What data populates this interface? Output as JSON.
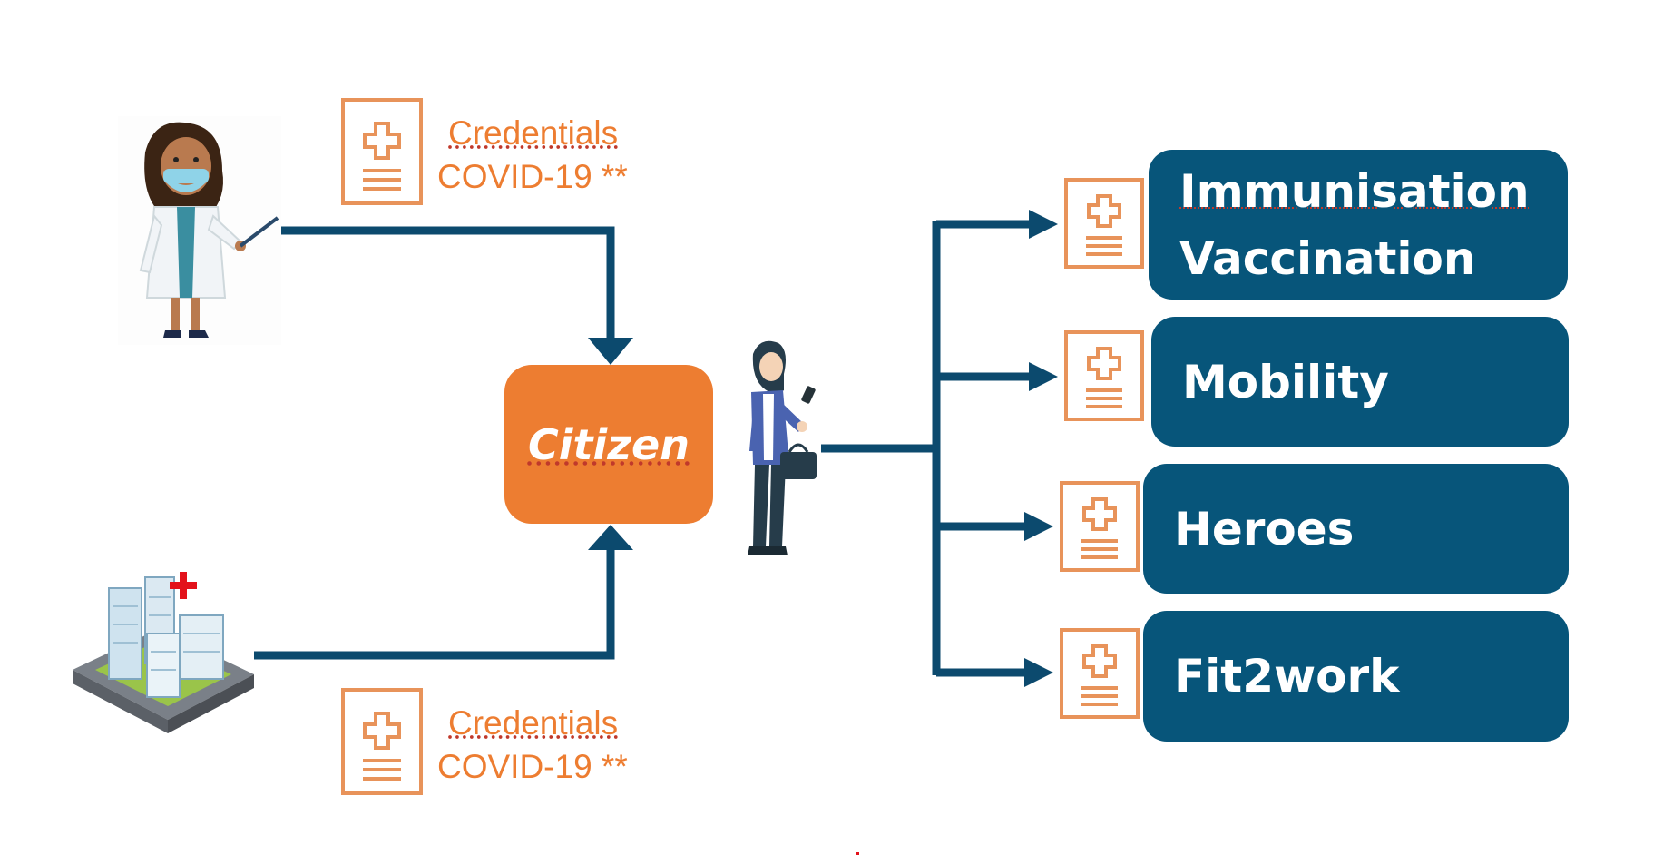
{
  "issuers": {
    "doctor": {
      "icon": "doctor-icon"
    },
    "hospital": {
      "icon": "hospital-icon"
    }
  },
  "credentials_top": {
    "title": "Credentials",
    "subtitle": "COVID-19 **"
  },
  "credentials_bottom": {
    "title": "Credentials",
    "subtitle": "COVID-19 **"
  },
  "citizen": {
    "label": "Citizen"
  },
  "verifiers": [
    {
      "lines": [
        "Immunisation",
        "Vaccination"
      ]
    },
    {
      "lines": [
        "Mobility"
      ]
    },
    {
      "lines": [
        "Heroes"
      ]
    },
    {
      "lines": [
        "Fit2work"
      ]
    }
  ],
  "colors": {
    "orange": "#ED7D31",
    "navy": "#07557A",
    "arrow": "#0C4A6E"
  }
}
